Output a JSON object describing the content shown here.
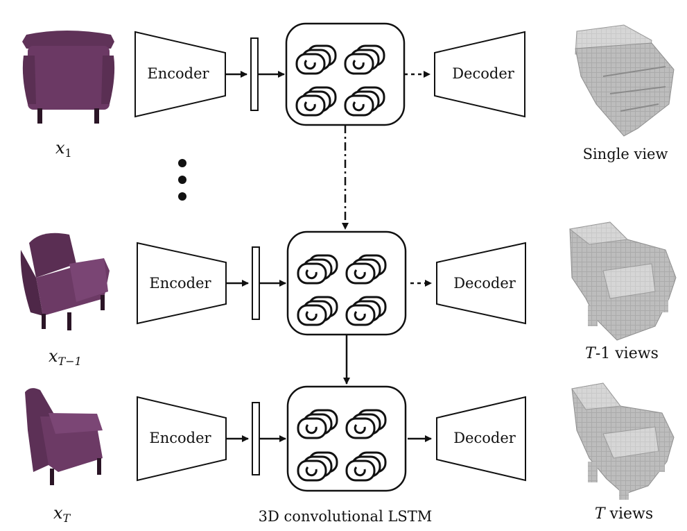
{
  "inputs": [
    {
      "var": "x",
      "sub": "1"
    },
    {
      "var": "x",
      "sub": "T−1"
    },
    {
      "var": "x",
      "sub": "T"
    }
  ],
  "encoder_label": "Encoder",
  "decoder_label": "Decoder",
  "lstm_label": "3D convolutional LSTM",
  "outputs": [
    {
      "label_italic": "",
      "label": "Single view"
    },
    {
      "label_italic": "T",
      "label": "-1 views"
    },
    {
      "label_italic": "T",
      "label": " views"
    }
  ],
  "colors": {
    "chair": "#6a3a62",
    "chair_dark": "#3f2039",
    "voxel": "#a8a8a8",
    "voxel_light": "#cfcfcf",
    "stroke": "#111111"
  },
  "icons": [
    "chair-photo",
    "voxel-model",
    "lstm-cell-icon"
  ]
}
